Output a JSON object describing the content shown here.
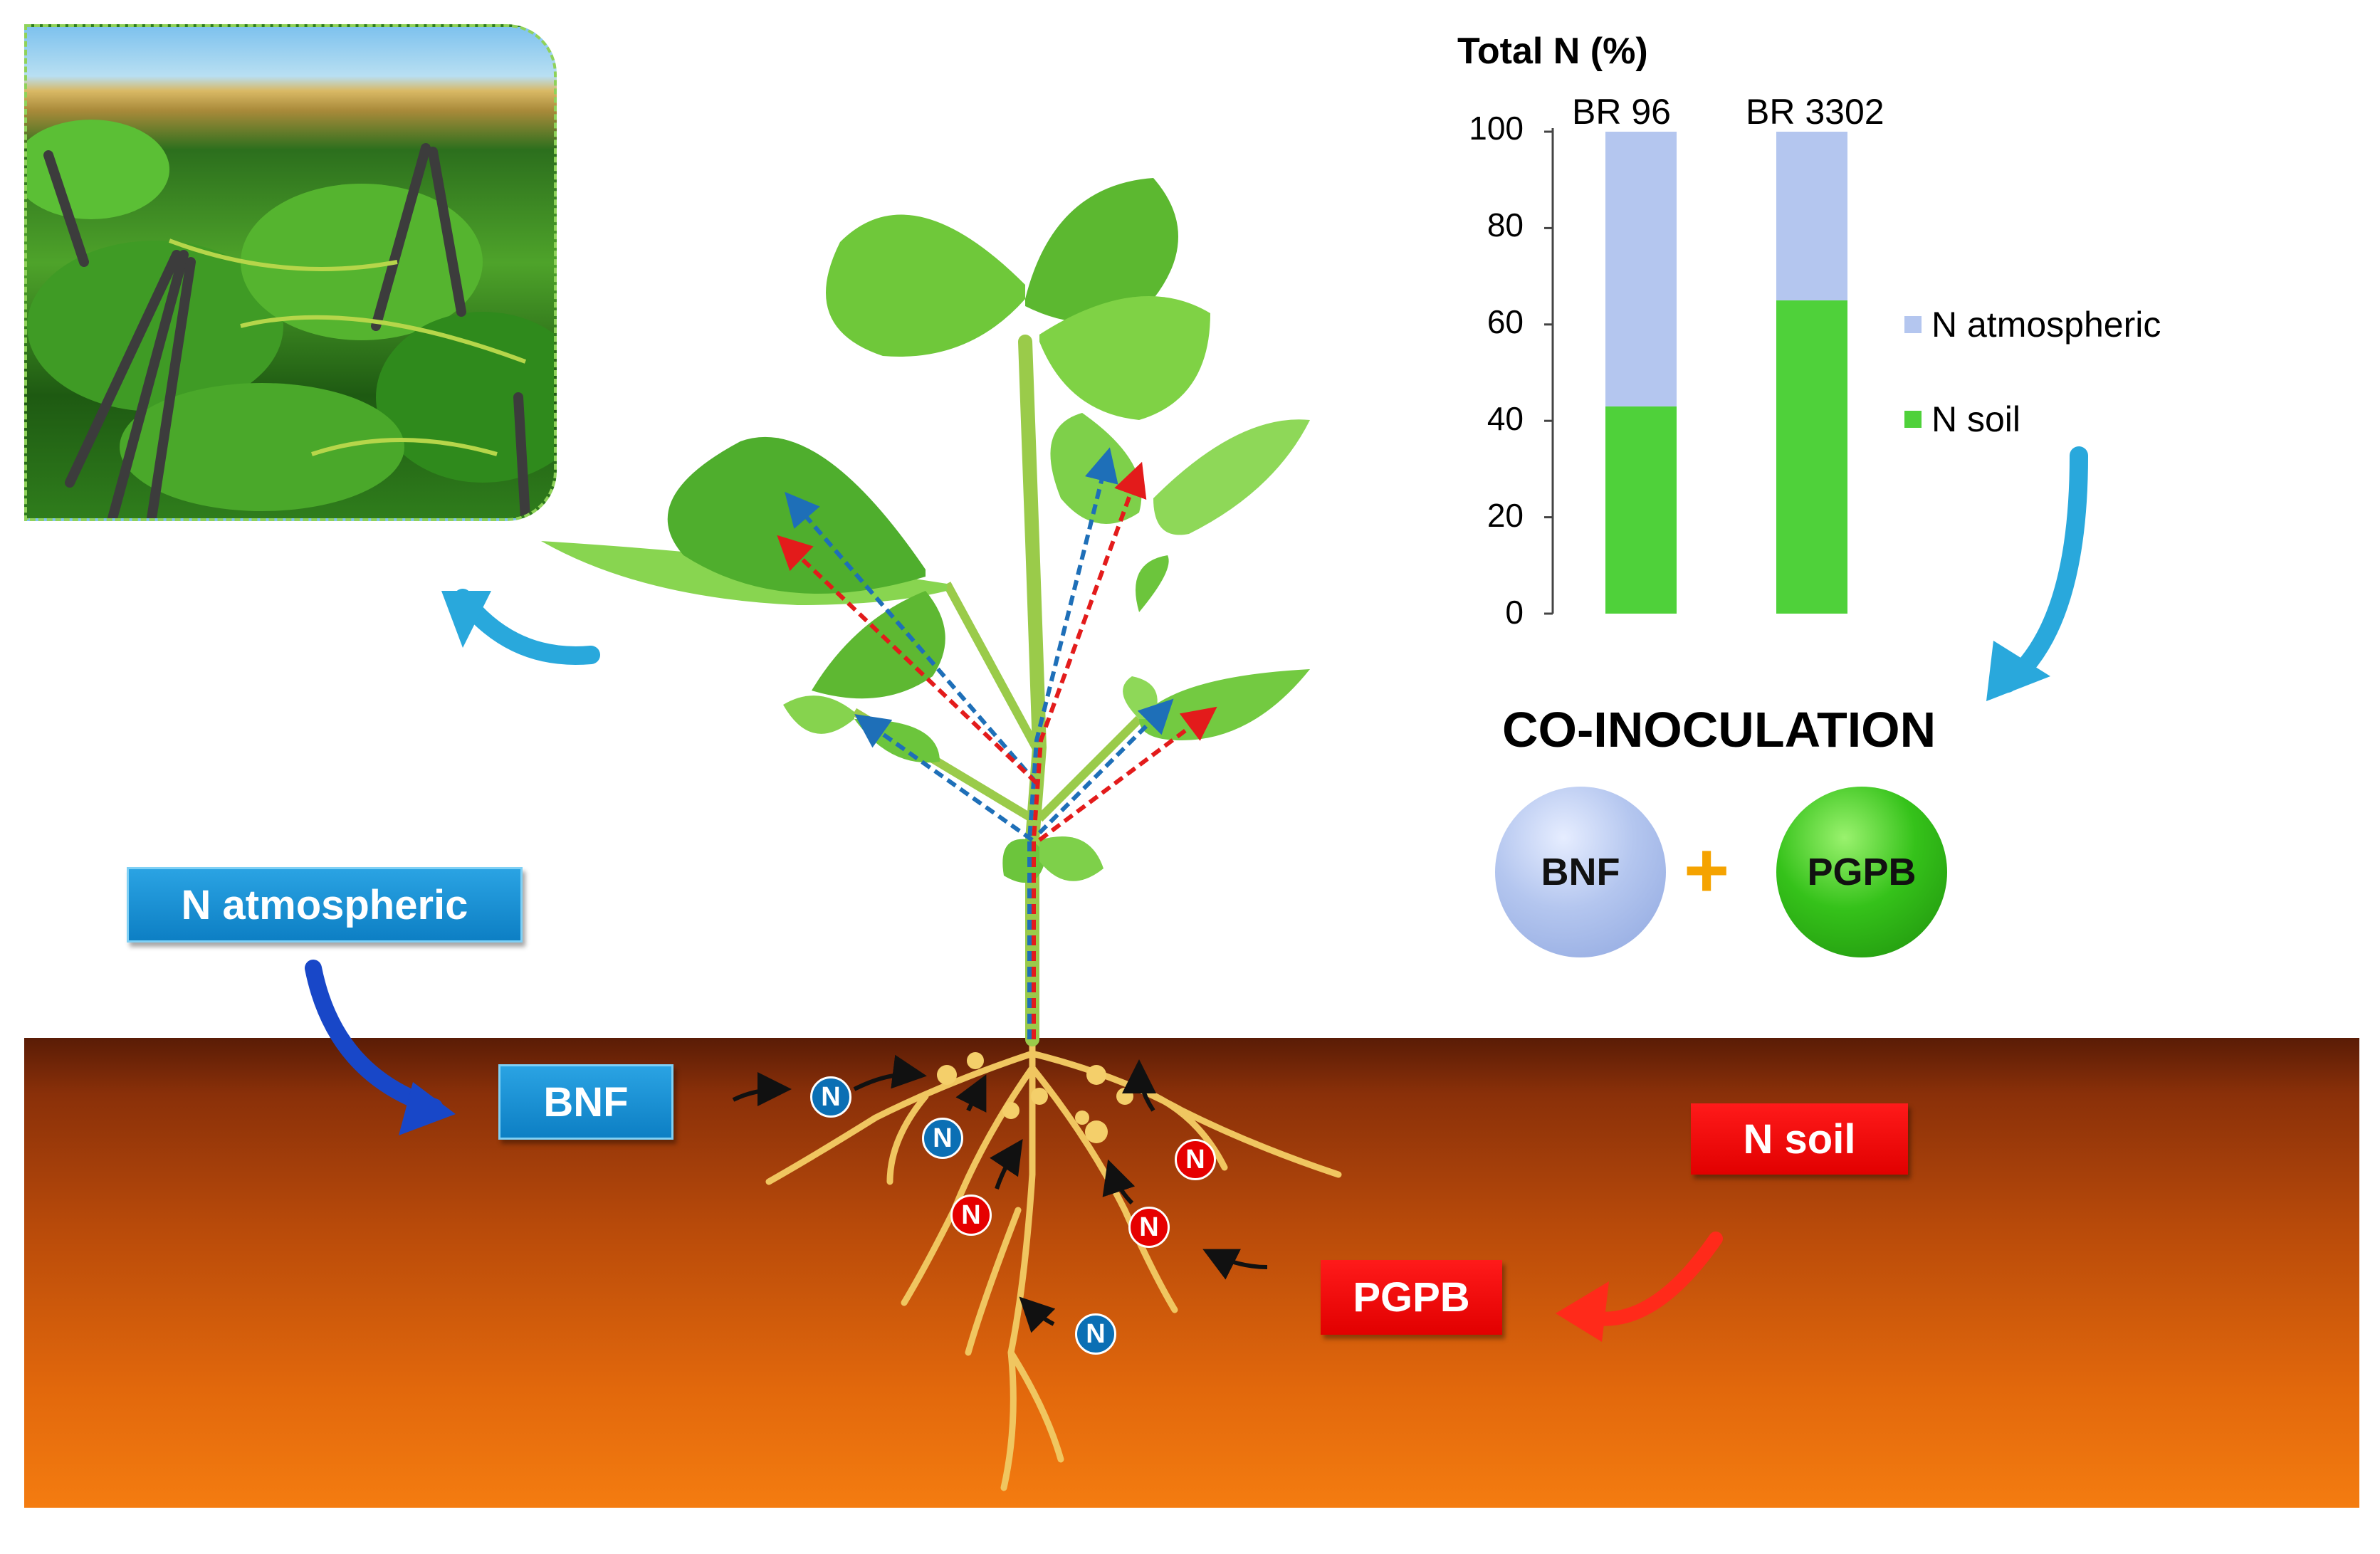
{
  "labels": {
    "n_atmospheric_box": "N atmospheric",
    "bnf_box": "BNF",
    "n_soil_box": "N soil",
    "pgpb_box": "PGPB",
    "n_symbol": "N",
    "coinoculation_title": "CO-INOCULATION",
    "bubble_bnf": "BNF",
    "bubble_pgpb": "PGPB",
    "plus": "+"
  },
  "colors": {
    "bnf_blue": "#0d7fc4",
    "soil_red": "#e10000",
    "n_atmospheric_series": "#b4c6ef",
    "n_soil_series": "#4fd13a",
    "plus_orange": "#f5a300"
  },
  "chart_data": {
    "type": "bar",
    "stacked": true,
    "title": "Total N (%)",
    "categories": [
      "BR 96",
      "BR 3302"
    ],
    "series": [
      {
        "name": "N soil",
        "values": [
          43,
          65
        ],
        "color": "#4fd13a"
      },
      {
        "name": "N atmospheric",
        "values": [
          57,
          35
        ],
        "color": "#b4c6ef"
      }
    ],
    "ylim": [
      0,
      100
    ],
    "yticks": [
      "0",
      "20",
      "40",
      "60",
      "80",
      "100"
    ],
    "legend_order": [
      "N atmospheric",
      "N soil"
    ],
    "legend_position": "right"
  }
}
